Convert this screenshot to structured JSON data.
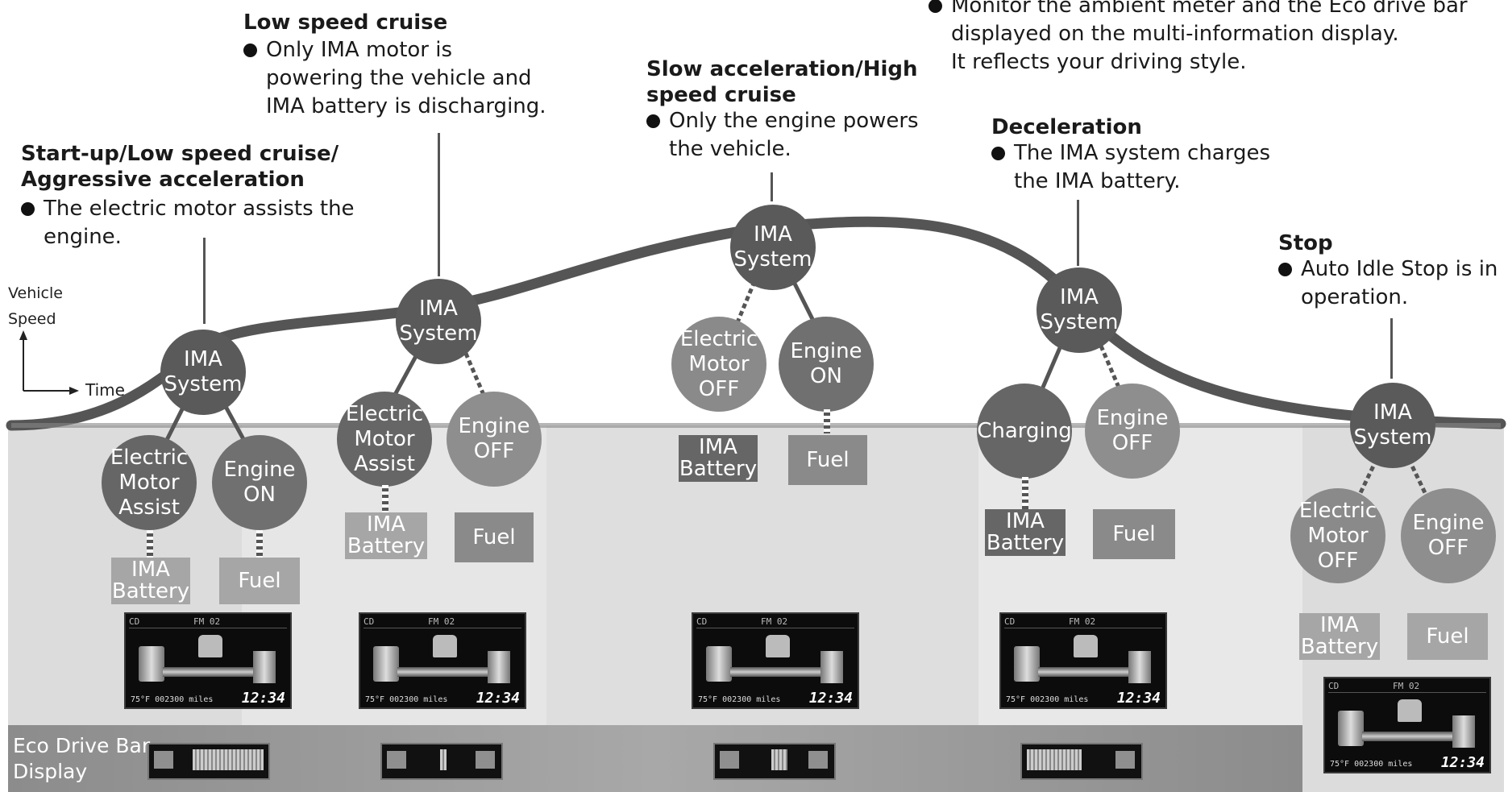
{
  "axis": {
    "y_label": "Vehicle\nSpeed",
    "x_label": "Time"
  },
  "top_note": {
    "text": "Monitor the ambient meter and the Eco drive bar\ndisplayed on the multi-information display.\nIt reflects your driving style."
  },
  "stages": [
    {
      "heading": "Start-up/Low speed cruise/\nAggressive acceleration",
      "bullet": "The electric motor assists the\nengine.",
      "system": "IMA\nSystem",
      "left": "Electric\nMotor\nAssist",
      "right": "Engine\nON",
      "battery": "IMA\nBattery",
      "fuel": "Fuel"
    },
    {
      "heading": "Low speed cruise",
      "bullet": "Only IMA motor is\npowering the vehicle and\nIMA battery is discharging.",
      "system": "IMA\nSystem",
      "left": "Electric\nMotor\nAssist",
      "right": "Engine\nOFF",
      "battery": "IMA\nBattery",
      "fuel": "Fuel"
    },
    {
      "heading": "Slow acceleration/High\nspeed cruise",
      "bullet": "Only the engine powers\nthe vehicle.",
      "system": "IMA\nSystem",
      "left": "Electric\nMotor\nOFF",
      "right": "Engine\nON",
      "battery": "IMA\nBattery",
      "fuel": "Fuel"
    },
    {
      "heading": "Deceleration",
      "bullet": "The IMA system charges\nthe IMA battery.",
      "system": "IMA\nSystem",
      "left": "Charging",
      "right": "Engine\nOFF",
      "battery": "IMA\nBattery",
      "fuel": "Fuel"
    },
    {
      "heading": "Stop",
      "bullet": "Auto Idle Stop is in\noperation.",
      "system": "IMA\nSystem",
      "left": "Electric\nMotor\nOFF",
      "right": "Engine\nOFF",
      "battery": "IMA\nBattery",
      "fuel": "Fuel"
    }
  ],
  "display": {
    "mode": "CD",
    "track": "FM 02",
    "temp": "75°F",
    "odometer": "002300 miles",
    "clock": "12:34"
  },
  "eco_bar": {
    "label": "Eco Drive Bar\nDisplay"
  }
}
